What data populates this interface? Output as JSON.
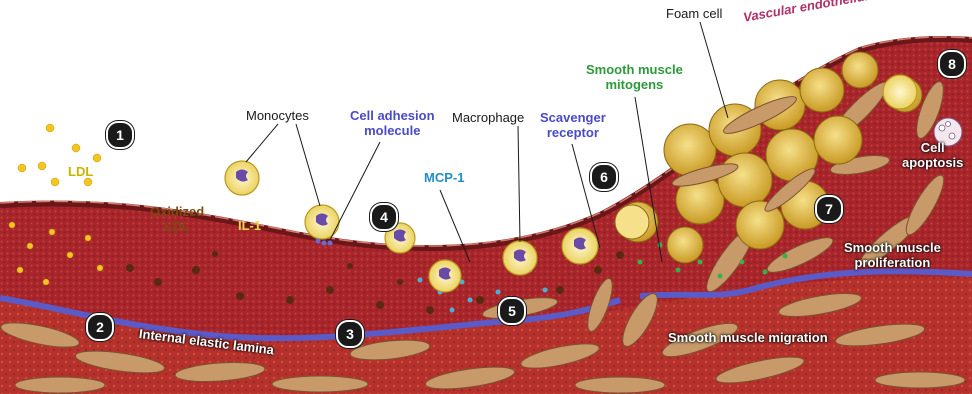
{
  "labels": {
    "foam_cell": "Foam cell",
    "vascular_endothelium": "Vascular endothelium",
    "smooth_muscle_mitogens": "Smooth muscle\nmitogens",
    "monocytes": "Monocytes",
    "cell_adhesion_molecule": "Cell adhesion\nmolecule",
    "macrophage": "Macrophage",
    "scavenger_receptor": "Scavenger\nreceptor",
    "ldl": "LDL",
    "oxidized_ldl": "Oxidized\nLDL",
    "il1": "IL-1",
    "mcp1": "MCP-1",
    "cell_apoptosis": "Cell\napoptosis",
    "smooth_muscle_proliferation": "Smooth muscle\nproliferation",
    "internal_elastic_lamina": "Internal elastic lamina",
    "smooth_muscle_migration": "Smooth muscle migration"
  },
  "steps": [
    "1",
    "2",
    "3",
    "4",
    "5",
    "6",
    "7",
    "8"
  ],
  "colors": {
    "intima": "#a8262b",
    "endothelium": "#7a1a1e",
    "lamina": "#5a5ac8",
    "media": "#b5322c",
    "smooth_muscle": "#c89a6a",
    "ldl_particle": "#f3c521",
    "foam_cell": "#e9c24a"
  }
}
